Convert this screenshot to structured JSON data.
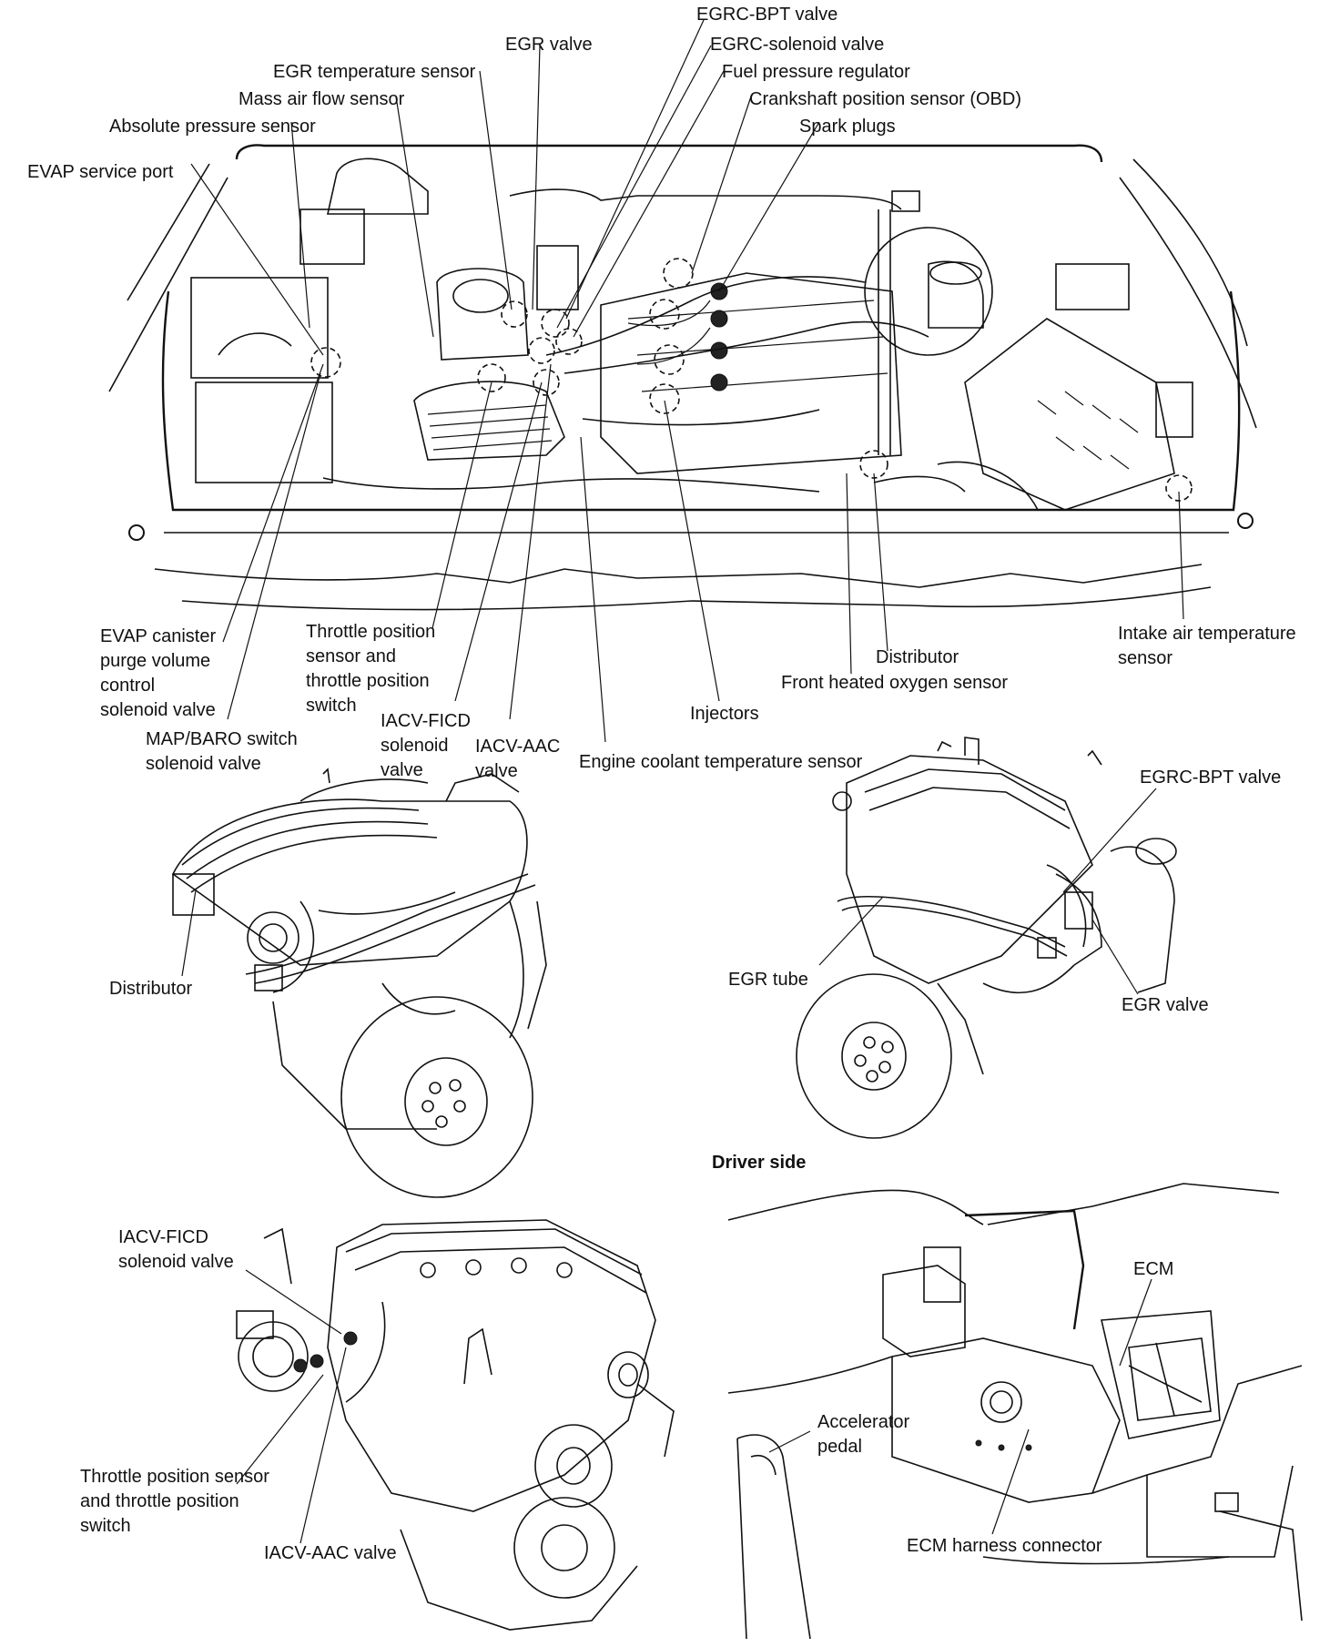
{
  "top_labels": {
    "egrc_bpt_valve": "EGRC-BPT valve",
    "egr_valve": "EGR valve",
    "egrc_solenoid_valve": "EGRC-solenoid valve",
    "egr_temperature_sensor": "EGR temperature sensor",
    "fuel_pressure_regulator": "Fuel pressure regulator",
    "mass_air_flow_sensor": "Mass air flow sensor",
    "crankshaft_position_sensor": "Crankshaft position sensor (OBD)",
    "absolute_pressure_sensor": "Absolute pressure sensor",
    "spark_plugs": "Spark plugs",
    "evap_service_port": "EVAP service port"
  },
  "bottom_labels": {
    "evap_canister": [
      "EVAP canister",
      "purge volume",
      "control",
      "solenoid valve"
    ],
    "throttle_position": [
      "Throttle position",
      "sensor and",
      "throttle position",
      "switch"
    ],
    "intake_air_temp": [
      "Intake air temperature",
      "sensor"
    ],
    "distributor": "Distributor",
    "front_heated_oxygen": "Front heated oxygen sensor",
    "injectors": "Injectors",
    "map_baro": [
      "MAP/BARO switch",
      "solenoid valve"
    ],
    "iacv_ficd": [
      "IACV-FICD",
      "solenoid",
      "valve"
    ],
    "iacv_aac": [
      "IACV-AAC",
      "valve"
    ],
    "engine_coolant": "Engine coolant temperature sensor"
  },
  "detail_views": {
    "engine_left": {
      "distributor": "Distributor"
    },
    "engine_right": {
      "egrc_bpt_valve": "EGRC-BPT valve",
      "egr_tube": "EGR tube",
      "egr_valve": "EGR valve"
    },
    "engine_bottom": {
      "iacv_ficd": [
        "IACV-FICD",
        "solenoid valve"
      ],
      "throttle": [
        "Throttle position sensor",
        "and throttle position",
        "switch"
      ],
      "iacv_aac": "IACV-AAC valve"
    },
    "driver_side": {
      "title": "Driver side",
      "ecm": "ECM",
      "accelerator": [
        "Accelerator",
        "pedal"
      ],
      "ecm_harness": "ECM harness connector"
    }
  }
}
